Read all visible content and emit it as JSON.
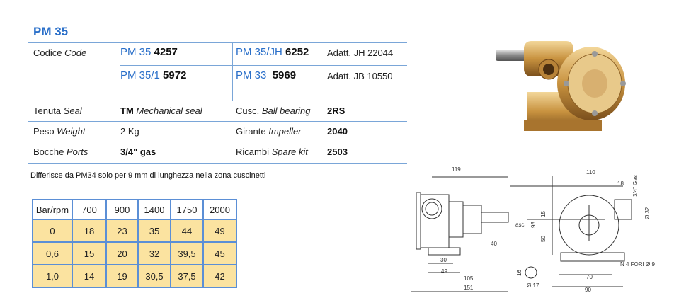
{
  "title": "PM 35",
  "codes": {
    "label": {
      "it": "Codice",
      "en": "Code"
    },
    "items": [
      {
        "model": "PM 35",
        "code": "4257"
      },
      {
        "model": "PM 35/1",
        "code": "5972"
      },
      {
        "model": "PM 35/JH",
        "code": "6252",
        "adapter": "Adatt. JH 22044"
      },
      {
        "model": "PM 33",
        "code": "5969",
        "adapter": "Adatt. JB 10550"
      }
    ]
  },
  "specs": [
    {
      "it": "Tenuta",
      "en": "Seal",
      "value_bold": "TM",
      "value_italic": "Mechanical seal"
    },
    {
      "it": "Peso",
      "en": "Weight",
      "value": "2 Kg"
    },
    {
      "it": "Bocche",
      "en": "Ports",
      "value_bold": "3/4\" gas"
    },
    {
      "it": "Cusc.",
      "en": "Ball bearing",
      "value_bold": "2RS"
    },
    {
      "it": "Girante",
      "en": "Impeller",
      "value_bold": "2040"
    },
    {
      "it": "Ricambi",
      "en": "Spare kit",
      "value_bold": "2503"
    }
  ],
  "note": "Differisce da PM34 solo per 9 mm di lunghezza nella zona cuscinetti",
  "performance": {
    "headers": [
      "Bar/rpm",
      "700",
      "900",
      "1400",
      "1750",
      "2000"
    ],
    "rows": [
      [
        "0",
        "18",
        "23",
        "35",
        "44",
        "49"
      ],
      [
        "0,6",
        "15",
        "20",
        "32",
        "39,5",
        "45"
      ],
      [
        "1,0",
        "14",
        "19",
        "30,5",
        "37,5",
        "42"
      ]
    ]
  },
  "drawing": {
    "d119": "119",
    "d110": "110",
    "d18": "18",
    "gas": "3/4\" Gas",
    "d32": "Ø 32",
    "d15": "15",
    "d93": "93",
    "asc": "asc",
    "d50": "50",
    "d40": "40",
    "d30": "30",
    "d49": "49",
    "d105": "105",
    "d151": "151",
    "d16": "16",
    "d17": "Ø 17",
    "d70": "70",
    "d90": "90",
    "holes": "N 4 FORI Ø 9"
  }
}
